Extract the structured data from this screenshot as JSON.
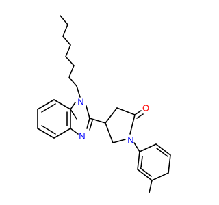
{
  "molecule": {
    "colors": {
      "bond": "#000000",
      "nitrogen": "#0000ff",
      "oxygen": "#ff0000"
    },
    "atom_labels": {
      "n_top": "N",
      "n_bottom": "N",
      "n_lactam": "N",
      "o_carbonyl": "O"
    }
  }
}
